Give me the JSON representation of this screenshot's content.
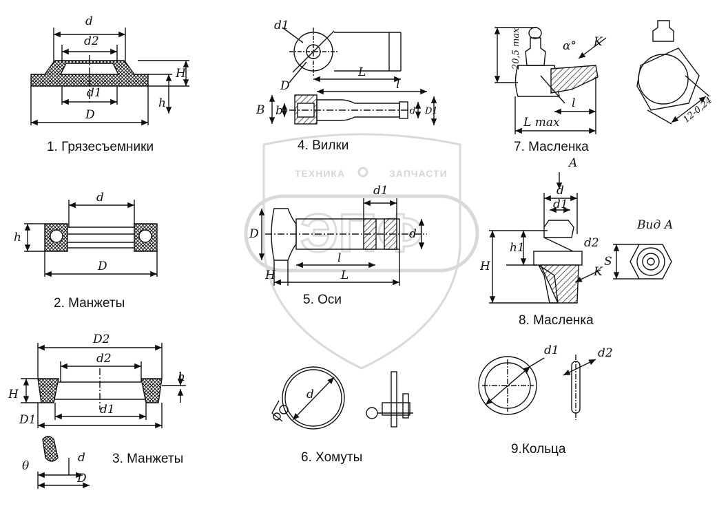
{
  "watermark": {
    "text_left": "ТЕХНИКА",
    "text_right": "ЗАПЧАСТИ"
  },
  "captions": {
    "c1": "1. Грязесъемники",
    "c2": "2. Манжеты",
    "c3": "3. Манжеты",
    "c4": "4. Вилки",
    "c5": "5. Оси",
    "c6": "6. Хомуты",
    "c7": "7. Масленка",
    "c8": "8. Масленка",
    "c9": "9.Кольца"
  },
  "labels": {
    "d": "d",
    "d1": "d1",
    "d2": "d2",
    "D": "D",
    "D1": "D1",
    "D2": "D2",
    "H": "H",
    "h": "h",
    "h1": "h1",
    "B": "B",
    "b": "b",
    "l": "l",
    "L": "L",
    "Lmax": "L max",
    "s205": "20,5 max",
    "alpha": "α°",
    "K": "K",
    "A": "A",
    "S": "S",
    "vidA": "Вид А",
    "hex": "12-0,24",
    "theta": "θ"
  }
}
